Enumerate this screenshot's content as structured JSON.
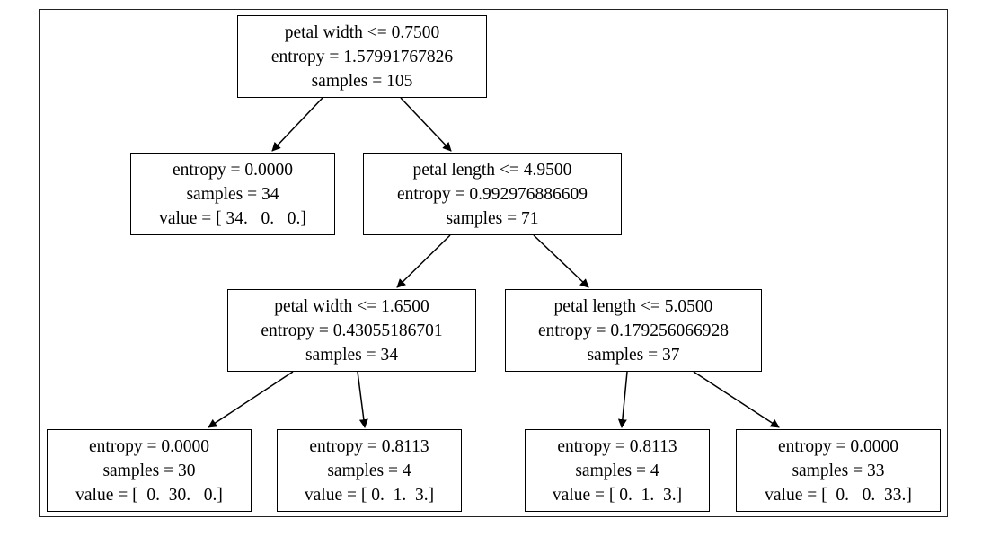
{
  "tree": {
    "nodes": [
      {
        "id": "root",
        "lines": [
          "petal width <= 0.7500",
          "entropy = 1.57991767826",
          "samples = 105"
        ]
      },
      {
        "id": "left-leaf",
        "lines": [
          "entropy = 0.0000",
          "samples = 34",
          "value = [ 34.   0.   0.]"
        ]
      },
      {
        "id": "mid-split",
        "lines": [
          "petal length <= 4.9500",
          "entropy = 0.992976886609",
          "samples = 71"
        ]
      },
      {
        "id": "split-width",
        "lines": [
          "petal width <= 1.6500",
          "entropy = 0.43055186701",
          "samples = 34"
        ]
      },
      {
        "id": "split-length",
        "lines": [
          "petal length <= 5.0500",
          "entropy = 0.179256066928",
          "samples = 37"
        ]
      },
      {
        "id": "leaf-1",
        "lines": [
          "entropy = 0.0000",
          "samples = 30",
          "value = [  0.  30.   0.]"
        ]
      },
      {
        "id": "leaf-2",
        "lines": [
          "entropy = 0.8113",
          "samples = 4",
          "value = [ 0.  1.  3.]"
        ]
      },
      {
        "id": "leaf-3",
        "lines": [
          "entropy = 0.8113",
          "samples = 4",
          "value = [ 0.  1.  3.]"
        ]
      },
      {
        "id": "leaf-4",
        "lines": [
          "entropy = 0.0000",
          "samples = 33",
          "value = [  0.   0.  33.]"
        ]
      }
    ],
    "edges": [
      [
        "root",
        "left-leaf"
      ],
      [
        "root",
        "mid-split"
      ],
      [
        "mid-split",
        "split-width"
      ],
      [
        "mid-split",
        "split-length"
      ],
      [
        "split-width",
        "leaf-1"
      ],
      [
        "split-width",
        "leaf-2"
      ],
      [
        "split-length",
        "leaf-3"
      ],
      [
        "split-length",
        "leaf-4"
      ]
    ],
    "colors": {
      "stroke": "#000000",
      "background": "#ffffff"
    }
  }
}
